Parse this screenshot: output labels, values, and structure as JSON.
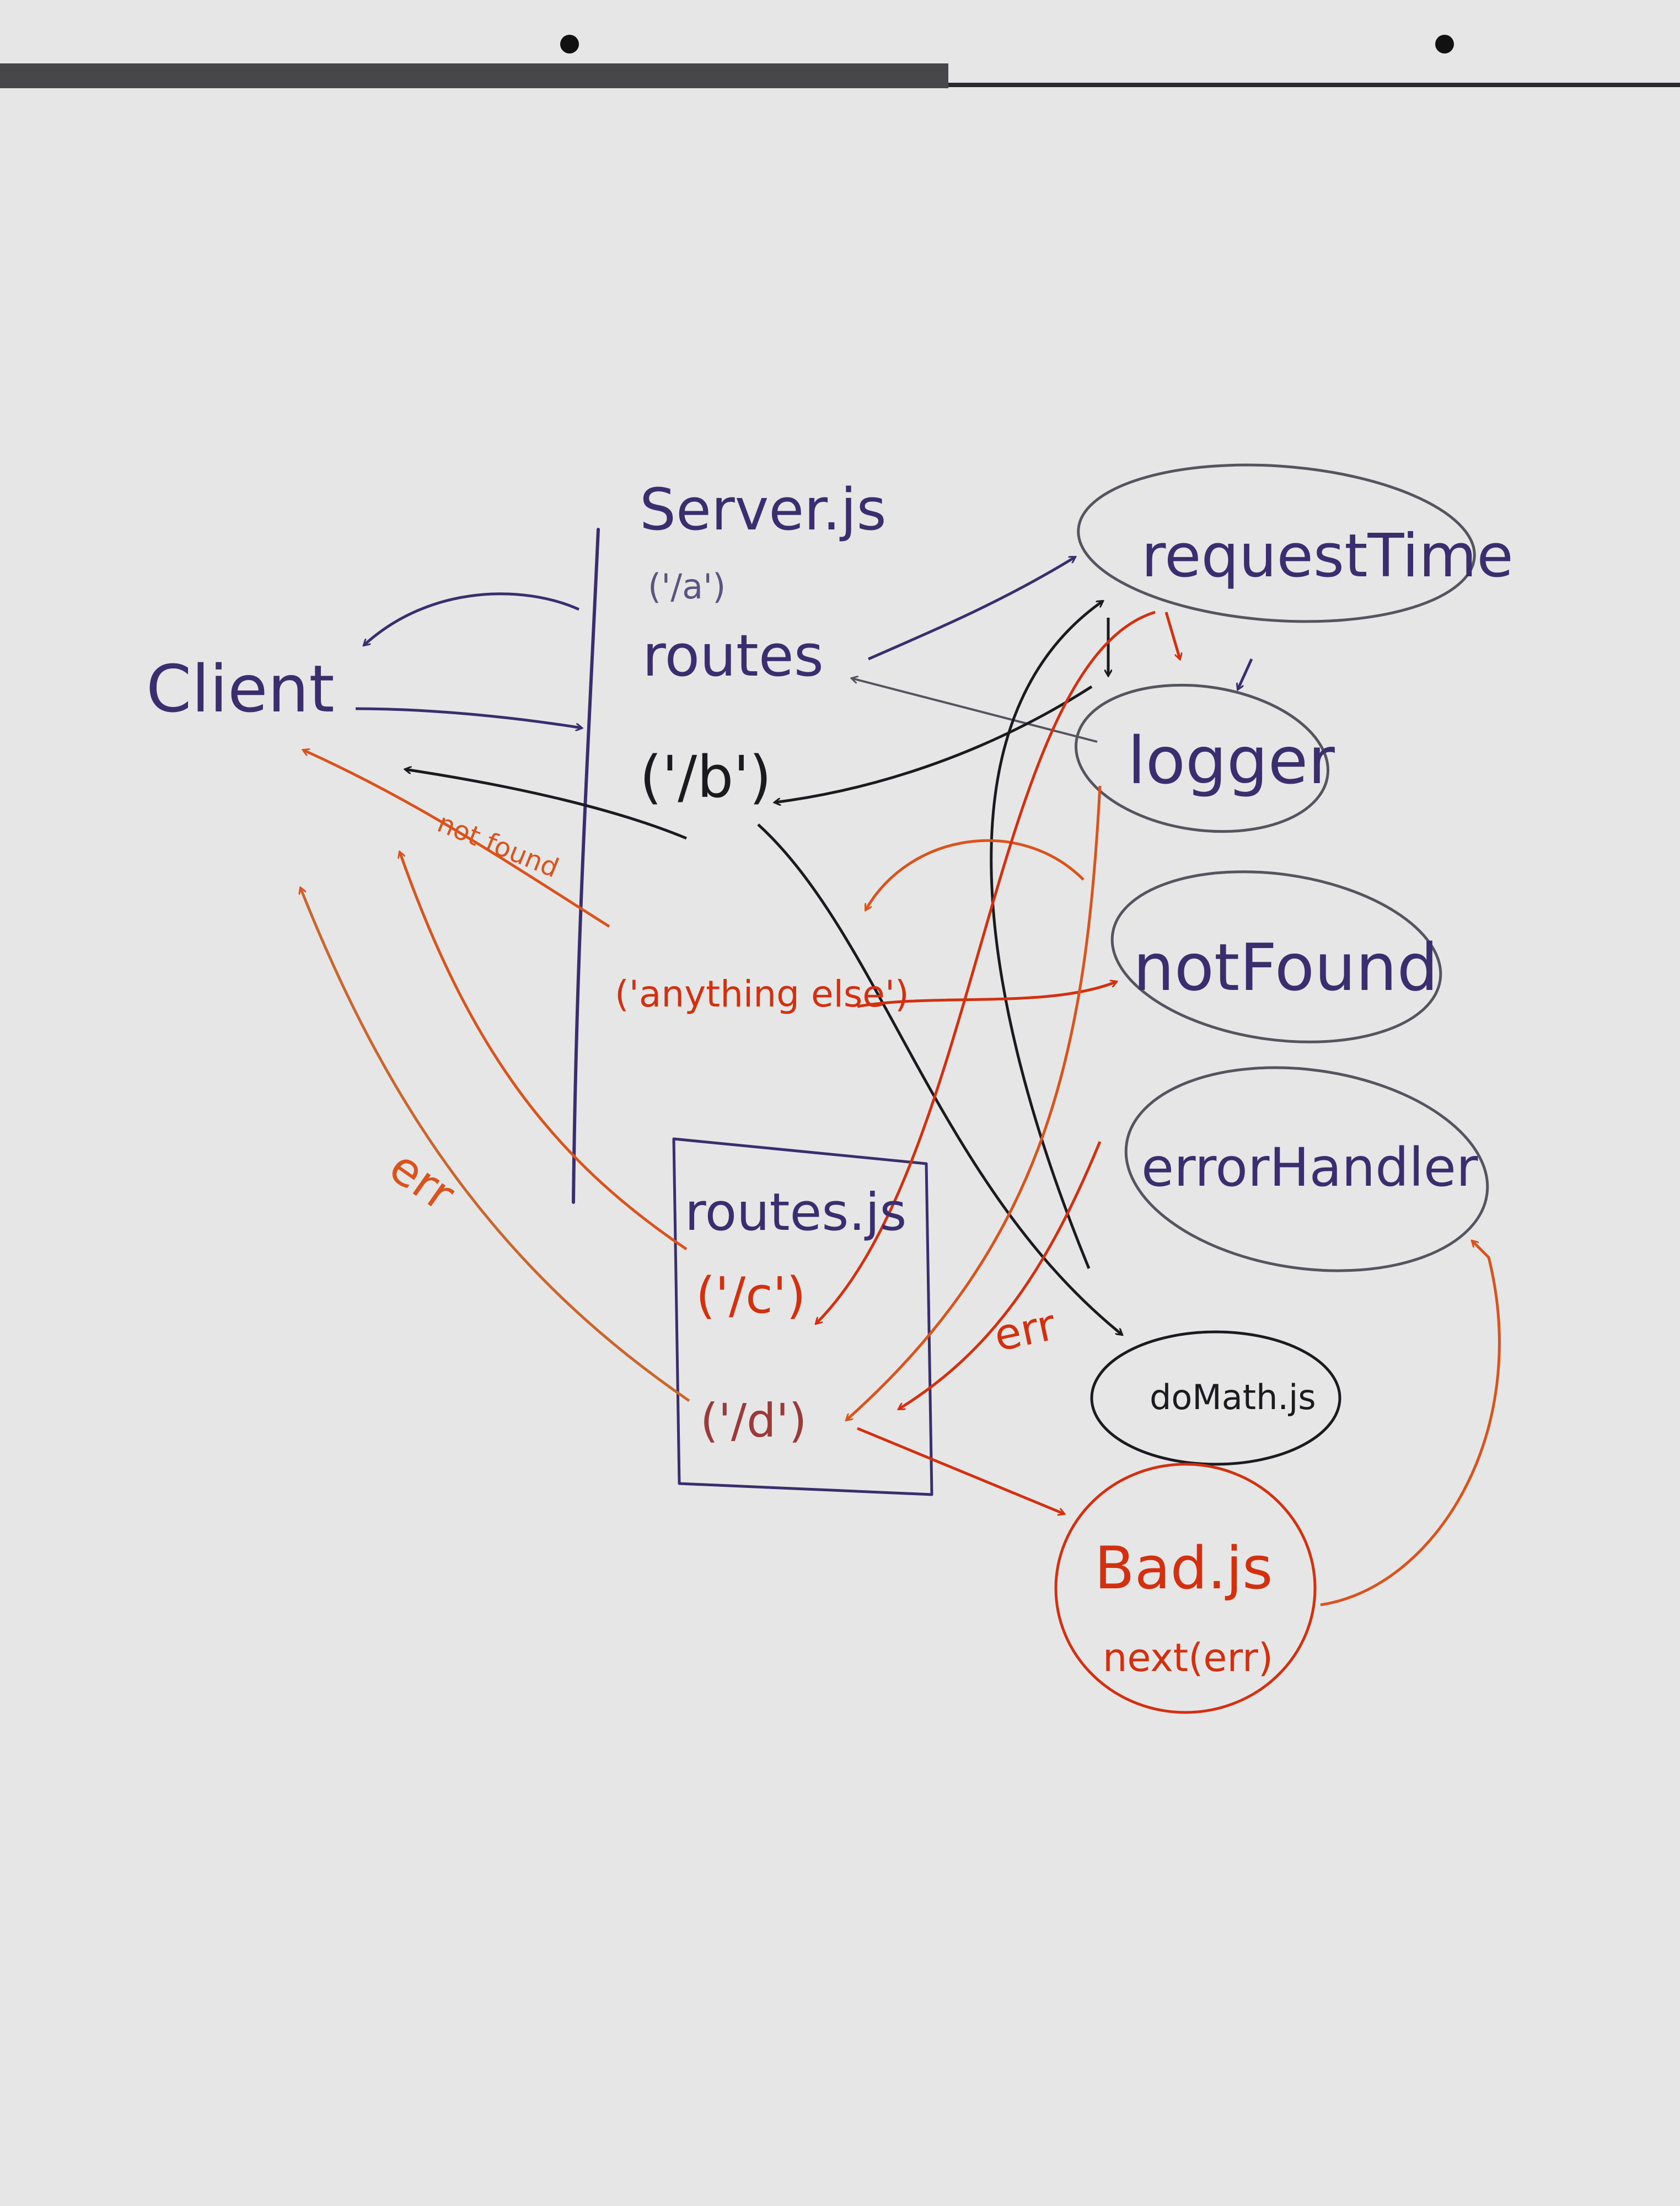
{
  "colors": {
    "background": "#e6e6e7",
    "purple": "#3a2e6e",
    "black": "#1a1a1f",
    "red": "#d2300e",
    "orange": "#d9531c",
    "gray": "#55555f"
  },
  "labels": {
    "client": "Client",
    "server": "Server.js",
    "server_a": "('/a')",
    "server_routes": "routes",
    "server_b": "('/b')",
    "anything_else": "('anything else')",
    "not_found_edge": "not found",
    "err_left": "err",
    "err_mid": "err",
    "routes_js": "routes.js",
    "routes_c": "('/c')",
    "routes_d": "('/d')",
    "request_time": "requestTime",
    "logger": "logger",
    "not_found": "notFound",
    "error_handler": "errorHandler",
    "do_math": "doMath.js",
    "bad_js": "Bad.js",
    "bad_next": "next(err)"
  }
}
